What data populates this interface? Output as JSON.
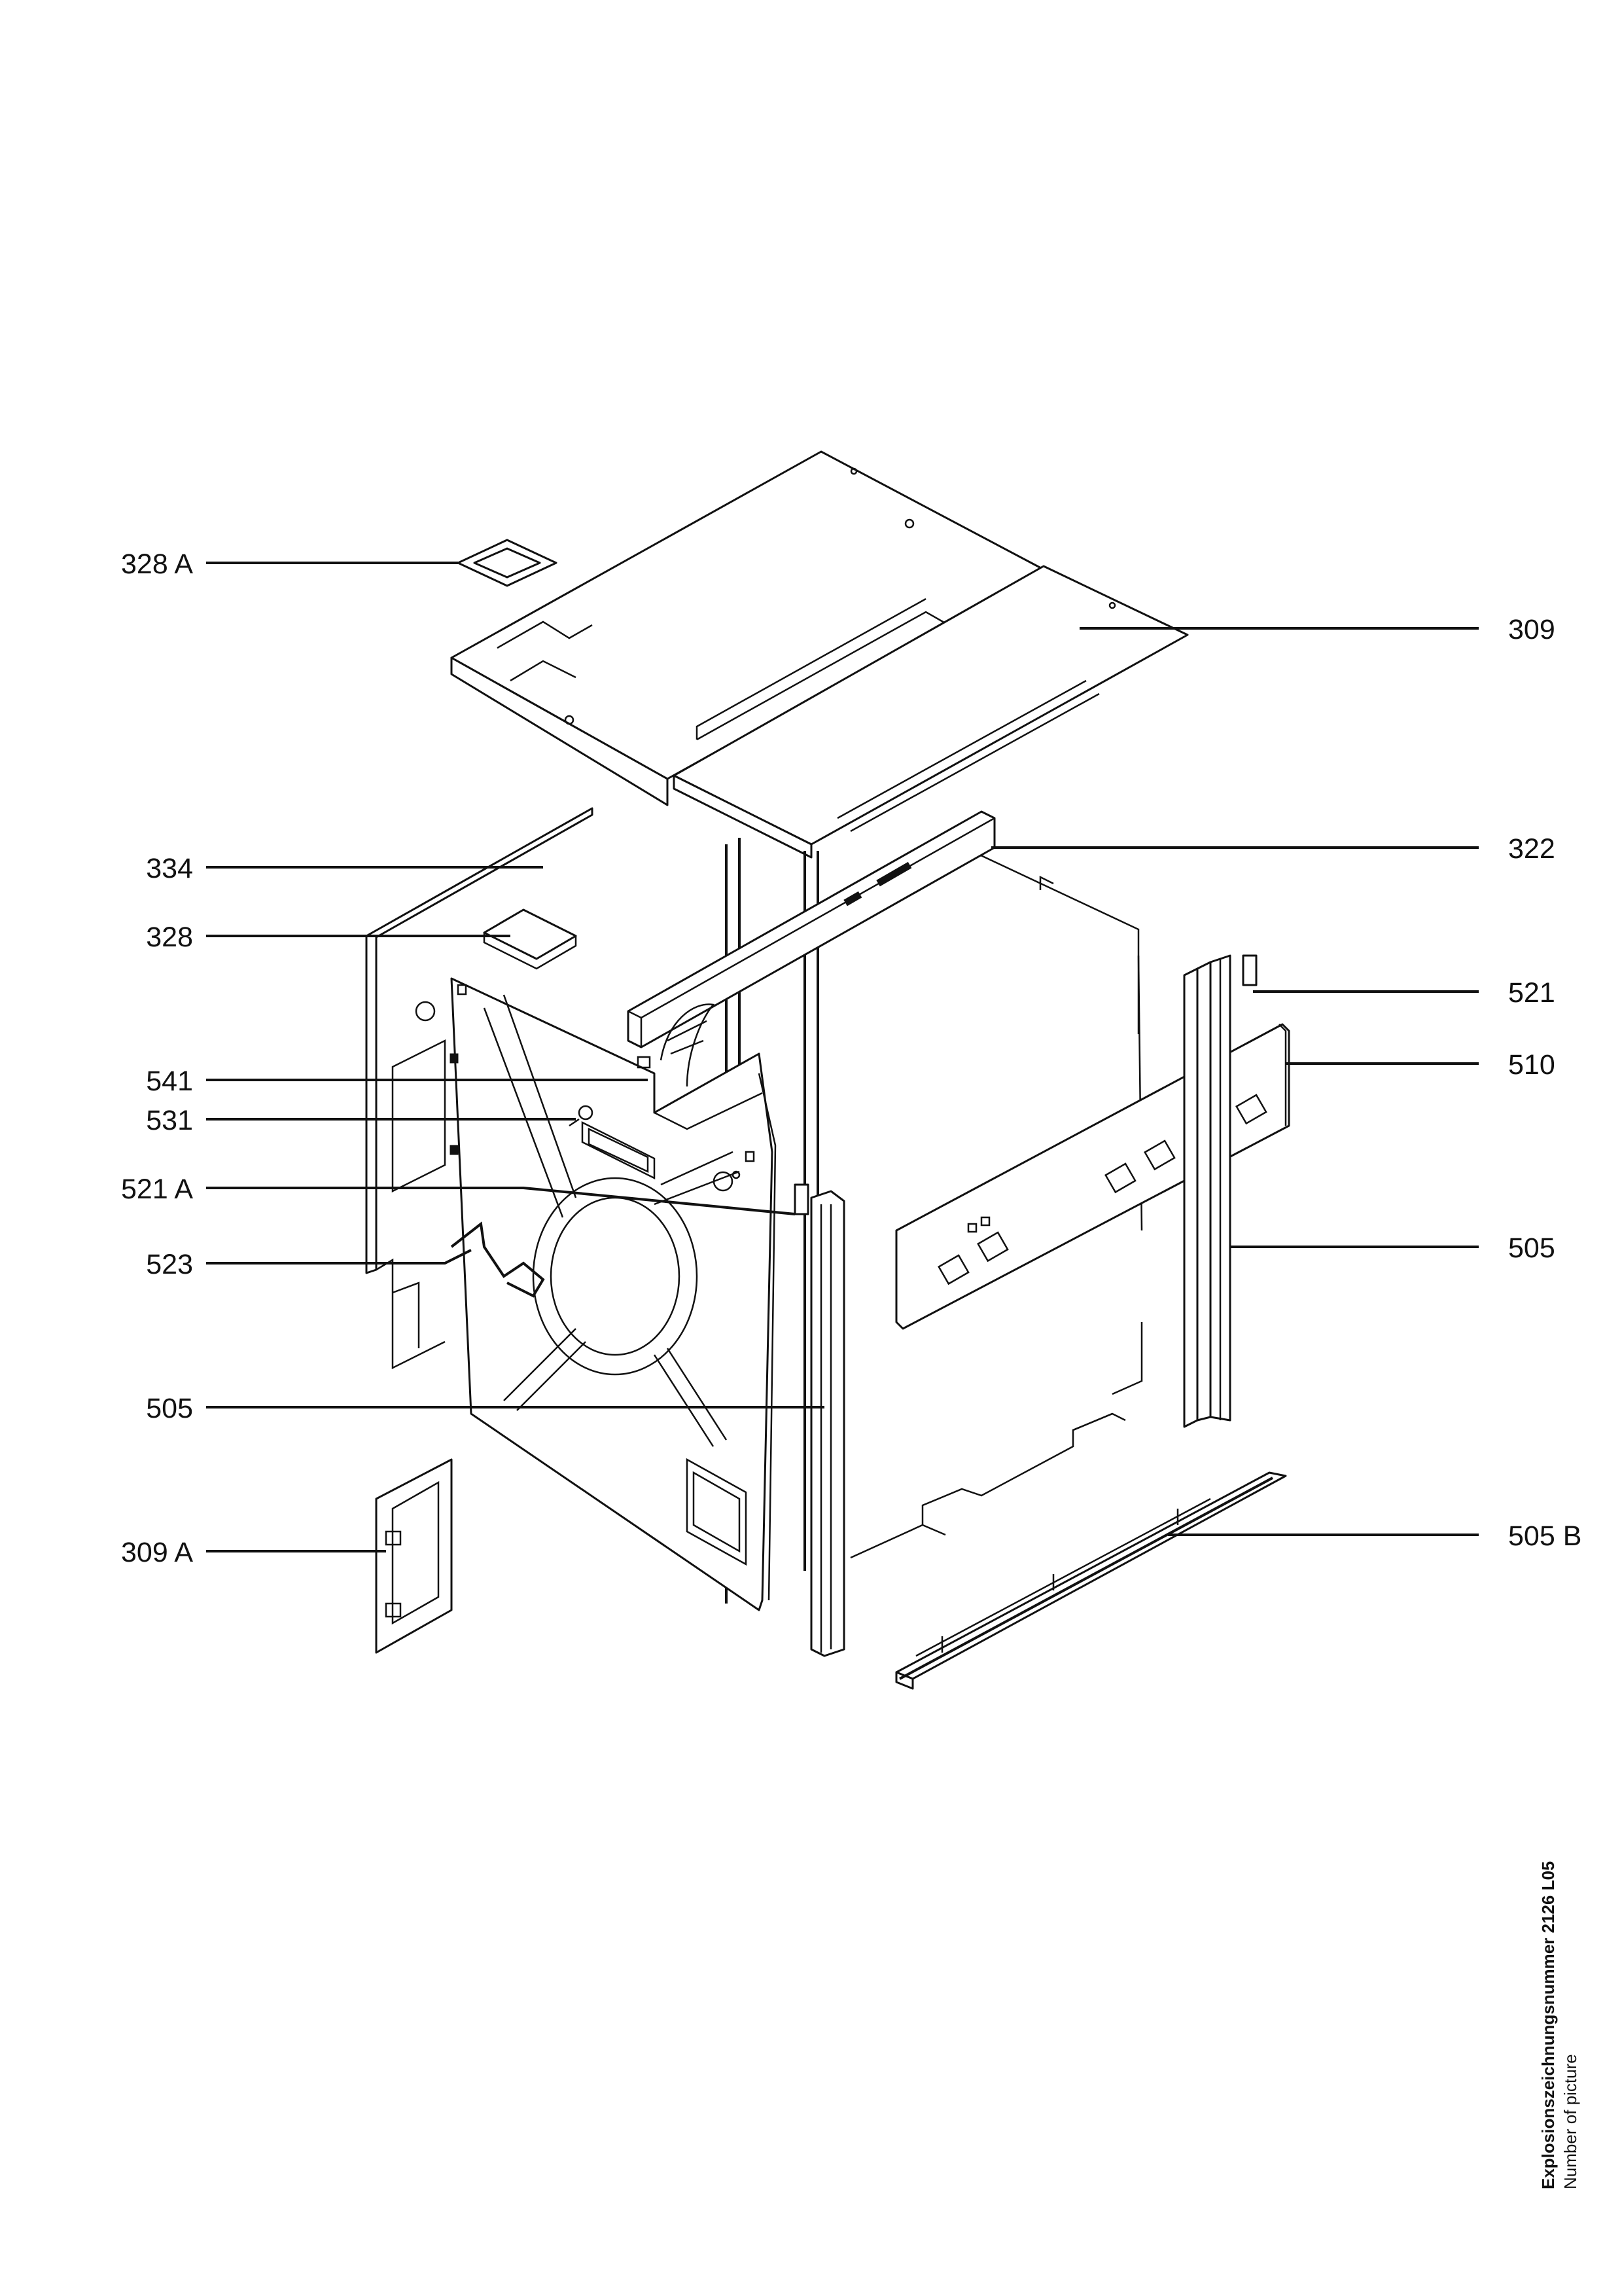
{
  "callouts": {
    "c328a": "328 A",
    "c309": "309",
    "c334": "334",
    "c322": "322",
    "c328": "328",
    "c521": "521",
    "c541": "541",
    "c510": "510",
    "c531": "531",
    "c521a": "521 A",
    "c505l": "505",
    "c523": "523",
    "c505r": "505",
    "c505left": "505",
    "c309a": "309 A",
    "c505b": "505 B"
  },
  "caption": {
    "line1": "Explosionszeichnungsnummer 2126 L05",
    "line2": "Number of picture"
  }
}
